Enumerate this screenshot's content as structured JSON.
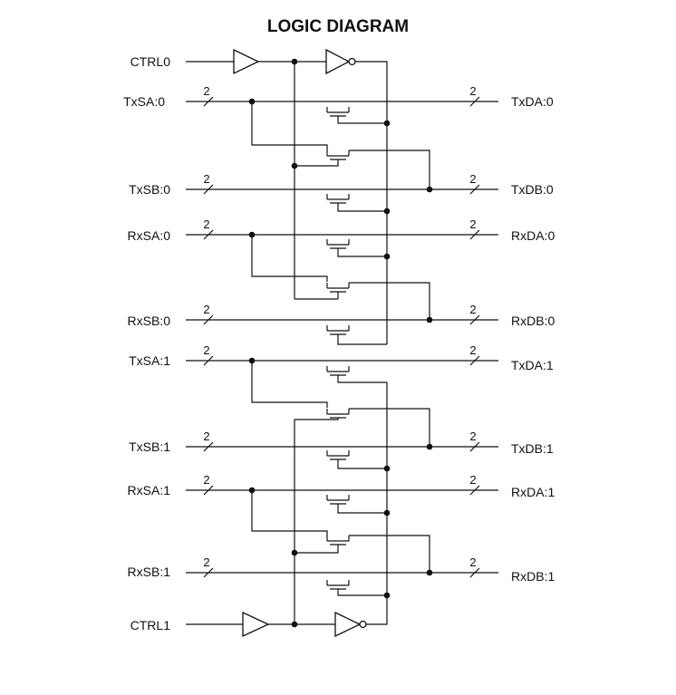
{
  "title": "LOGIC DIAGRAM",
  "control": {
    "ctrl0": "CTRL0",
    "ctrl1": "CTRL1"
  },
  "bus_width": "2",
  "signals": [
    {
      "in": "TxSA:0",
      "out": "TxDA:0"
    },
    {
      "in": "TxSB:0",
      "out": "TxDB:0"
    },
    {
      "in": "RxSA:0",
      "out": "RxDA:0"
    },
    {
      "in": "RxSB:0",
      "out": "RxDB:0"
    },
    {
      "in": "TxSA:1",
      "out": "TxDA:1"
    },
    {
      "in": "TxSB:1",
      "out": "TxDB:1"
    },
    {
      "in": "RxSA:1",
      "out": "RxDA:1"
    },
    {
      "in": "RxSB:1",
      "out": "RxDB:1"
    }
  ]
}
